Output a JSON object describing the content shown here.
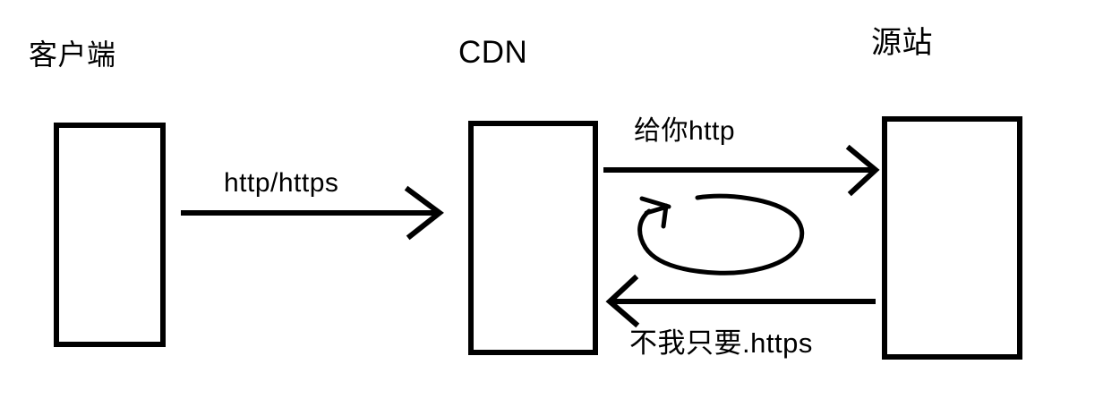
{
  "colors": {
    "ink": "#000000",
    "background": "#ffffff"
  },
  "nodes": [
    {
      "id": "client",
      "label": "客户端"
    },
    {
      "id": "cdn",
      "label": "CDN"
    },
    {
      "id": "origin",
      "label": "源站"
    }
  ],
  "arrows": [
    {
      "id": "client-to-cdn",
      "label": "http/https",
      "direction": "right"
    },
    {
      "id": "cdn-to-origin",
      "label": "给你http",
      "direction": "right"
    },
    {
      "id": "origin-to-cdn",
      "label": "不我只要.https",
      "direction": "left"
    }
  ],
  "icons": [
    {
      "id": "loop-scribble",
      "shape": "hand-drawn-loop-arrow"
    }
  ]
}
